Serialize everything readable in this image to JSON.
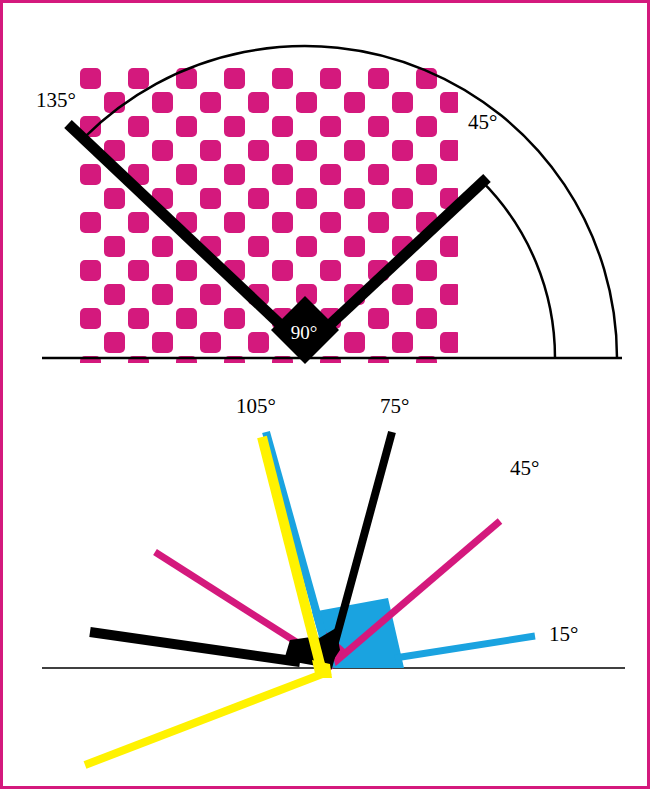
{
  "diagram": {
    "labels": [
      "135°",
      "45°",
      "90°",
      "105°",
      "75°",
      "45°",
      "15°"
    ]
  }
}
